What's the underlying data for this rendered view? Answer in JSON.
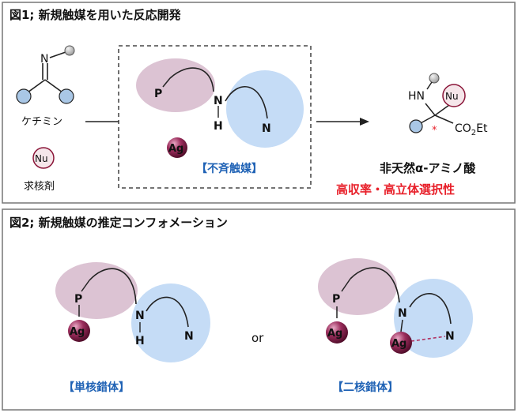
{
  "panel1": {
    "title": "図1; 新規触媒を用いた反応開発",
    "ketimine_label": "ケチミン",
    "ketimine_N": "N",
    "nu_symbol": "Nu",
    "nucleophile_label": "求核剤",
    "catalyst": {
      "P": "P",
      "N": "N",
      "H": "H",
      "N2": "N",
      "Ag": "Ag",
      "label": "【不斉触媒】"
    },
    "product": {
      "HN": "HN",
      "Nu": "Nu",
      "star": "*",
      "CO2Et_a": "CO",
      "CO2Et_sub": "2",
      "CO2Et_b": "Et",
      "name": "非天然α-アミノ酸",
      "selectivity": "高収率・高立体選択性"
    }
  },
  "panel2": {
    "title": "図2; 新規触媒の推定コンフォメーション",
    "left": {
      "P": "P",
      "Ag": "Ag",
      "N": "N",
      "H": "H",
      "N2": "N",
      "label": "【単核錯体】"
    },
    "or_text": "or",
    "right": {
      "P": "P",
      "Ag1": "Ag",
      "N": "N",
      "Ag2": "Ag",
      "N2": "N",
      "label": "【二核錯体】"
    }
  },
  "colors": {
    "pink_region": "#dcc3d3",
    "blue_region": "#c5dcf6",
    "atom_circle": "#a9c7e6",
    "ag_ball": "#7d1d44",
    "blue_text": "#1f62b5",
    "red_text": "#e8202a",
    "dashed_bond": "#b03060"
  }
}
